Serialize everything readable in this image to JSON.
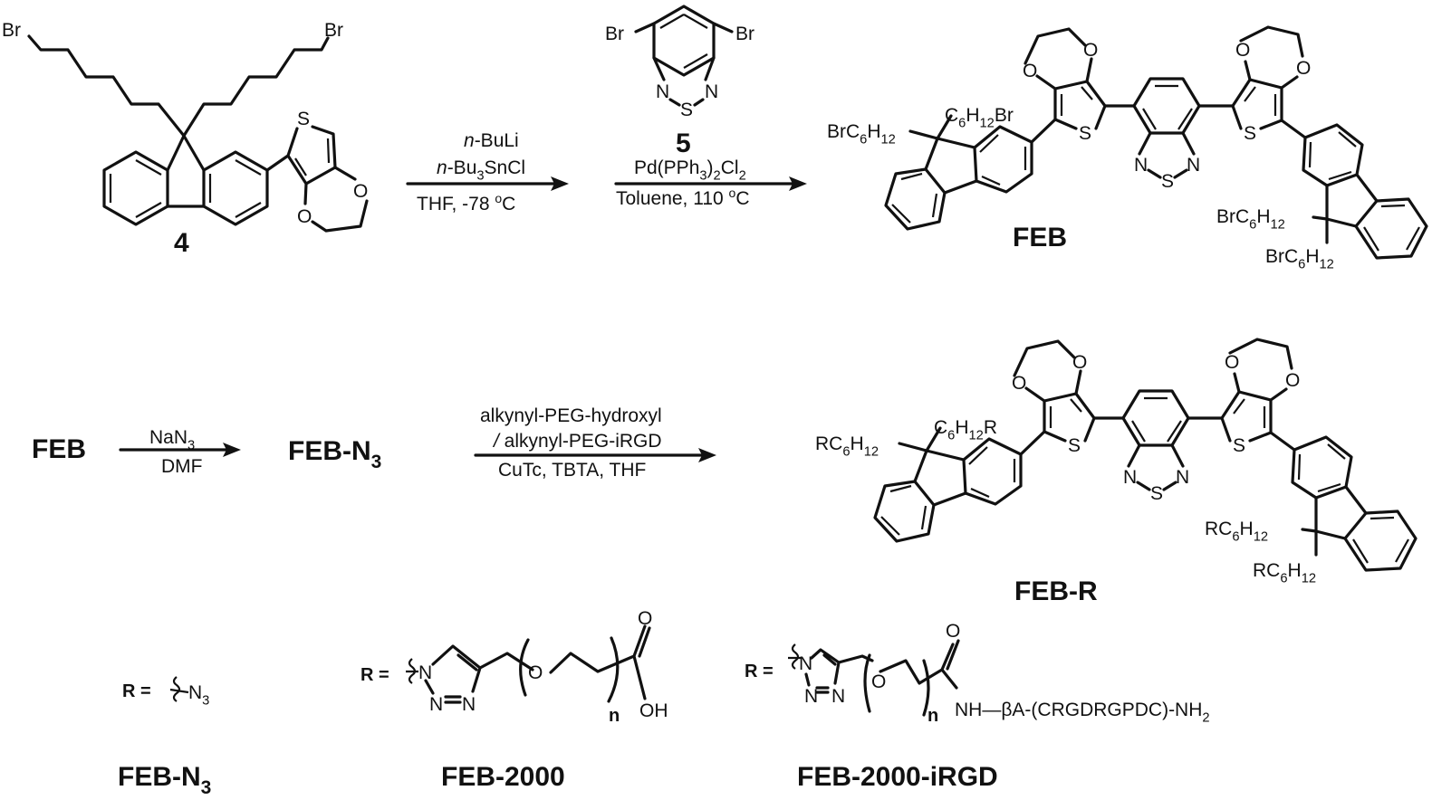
{
  "compound4": {
    "br_left": "Br",
    "br_right": "Br",
    "s": "S",
    "o1": "O",
    "o2": "O",
    "label": "4"
  },
  "step1": {
    "reagent1_prefix": "n",
    "reagent1": "-BuLi",
    "reagent2_prefix": "n",
    "reagent2": "-Bu3SnCl",
    "conditions": "THF, -78 ",
    "conditions_sup": "o",
    "conditions_unit": "C"
  },
  "compound5": {
    "br_left": "Br",
    "br_right": "Br",
    "n1": "N",
    "n2": "N",
    "s": "S",
    "label": "5"
  },
  "step2": {
    "catalyst": "Pd(PPh3)2Cl2",
    "conditions": "Toluene, 110 ",
    "conditions_sup": "o",
    "conditions_unit": "C"
  },
  "feb": {
    "sub_left_a": "BrC6H12",
    "sub_left_b": "C6H12Br",
    "sub_right_a": "BrC6H12",
    "sub_right_b": "BrC6H12",
    "o": "O",
    "s": "S",
    "n": "N",
    "label": "FEB"
  },
  "step3": {
    "start": "FEB",
    "reagent": "NaN3",
    "solvent": "DMF",
    "product": "FEB-N3"
  },
  "step4": {
    "reagent1": "alkynyl-PEG-hydroxyl",
    "reagent2_prefix": "/",
    "reagent2": " alkynyl-PEG-iRGD",
    "conditions": "CuTc, TBTA, THF"
  },
  "feb_r": {
    "sub_left_a": "RC6H12",
    "sub_left_b": "C6H12R",
    "sub_right_a": "RC6H12",
    "sub_right_b": "RC6H12",
    "o": "O",
    "s": "S",
    "n": "N",
    "label": "FEB-R"
  },
  "r_groups": [
    {
      "r_label": "R =",
      "azide": "N3",
      "name": "FEB-N3"
    },
    {
      "r_label": "R =",
      "n": "N",
      "o": "O",
      "carbonyl_o": "O",
      "oh": "OH",
      "repeat": "n",
      "name": "FEB-2000"
    },
    {
      "r_label": "R =",
      "n": "N",
      "o": "O",
      "carbonyl_o": "O",
      "amide": "NH—βA-(CRGDRGPDC)-NH2",
      "repeat": "n",
      "name": "FEB-2000-iRGD"
    }
  ],
  "colors": {
    "ink": "#111111",
    "background": "#ffffff"
  }
}
